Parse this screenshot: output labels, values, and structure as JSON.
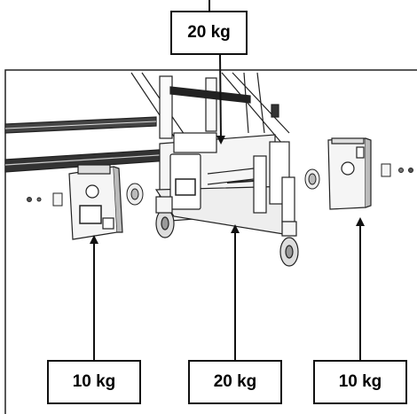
{
  "labels": {
    "top": "20 kg",
    "left": "10 kg",
    "center": "20 kg",
    "right": "10 kg"
  },
  "colors": {
    "line": "#111111",
    "frame": "#222222",
    "part_fill": "#f2f2f2",
    "shadow": "#777777"
  }
}
